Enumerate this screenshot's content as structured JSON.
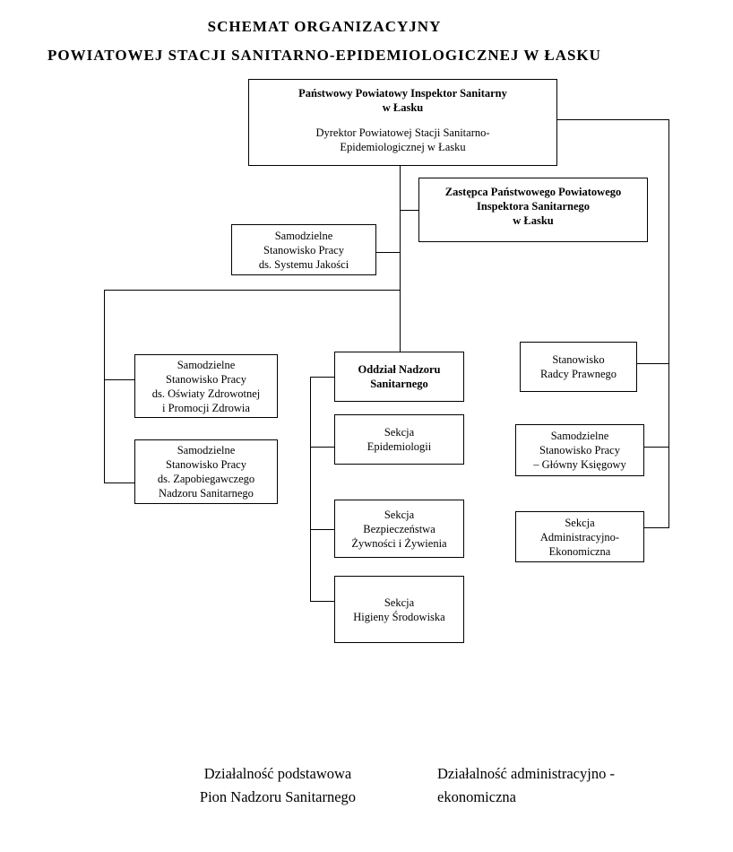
{
  "title": {
    "line1": "SCHEMAT ORGANIZACYJNY",
    "line2": "POWIATOWEJ STACJI SANITARNO-EPIDEMIOLOGICZNEJ W ŁASKU"
  },
  "boxes": {
    "inspector": {
      "title": "Państwowy Powiatowy Inspektor Sanitarny\nw Łasku",
      "subtitle": "Dyrektor Powiatowej Stacji Sanitarno-\nEpidemiologicznej w Łasku"
    },
    "deputy": {
      "label": "Zastępca Państwowego Powiatowego\nInspektora Sanitarnego\nw Łasku"
    },
    "quality": {
      "label": "Samodzielne\nStanowisko Pracy\nds. Systemu Jakości"
    },
    "health_education": {
      "label": "Samodzielne\nStanowisko Pracy\nds. Oświaty Zdrowotnej\ni Promocji Zdrowia"
    },
    "preventive": {
      "label": "Samodzielne\nStanowisko Pracy\nds. Zapobiegawczego\nNadzoru Sanitarnego"
    },
    "supervision": {
      "label": "Oddział Nadzoru\nSanitarnego"
    },
    "epidemiology": {
      "label": "Sekcja\nEpidemiologii"
    },
    "food_safety": {
      "label": "Sekcja\nBezpieczeństwa\nŻywności i Żywienia"
    },
    "environment": {
      "label": "Sekcja\nHigieny Środowiska"
    },
    "legal": {
      "label": "Stanowisko\nRadcy Prawnego"
    },
    "accountant": {
      "label": "Samodzielne\nStanowisko Pracy\n– Główny Księgowy"
    },
    "admin_economic": {
      "label": "Sekcja\nAdministracyjno-\nEkonomiczna"
    }
  },
  "legend": {
    "primary": "Działalność podstawowa\nPion Nadzoru Sanitarnego",
    "admin": "Działalność administracyjno -\nekonomiczna"
  },
  "colors": {
    "background": "#ffffff",
    "text": "#000000",
    "line": "#000000"
  }
}
